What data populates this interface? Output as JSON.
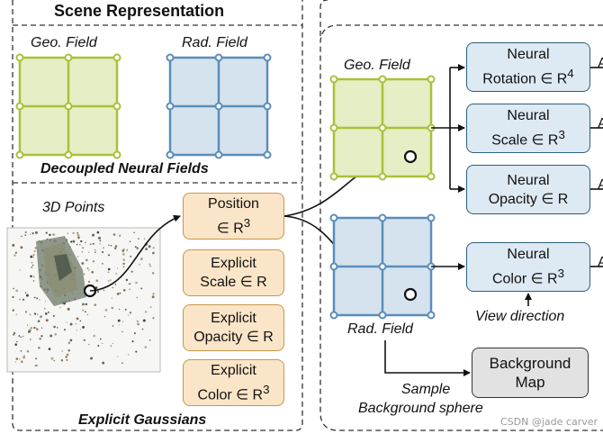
{
  "panel_left": {
    "title": "Scene Representation",
    "geo_field_label": "Geo. Field",
    "rad_field_label": "Rad. Field",
    "decoupled_label": "Decoupled Neural Fields",
    "points_label": "3D Points",
    "explicit_label": "Explicit Gaussians",
    "boxes": {
      "position": {
        "line1": "Position",
        "line2": "∈ R",
        "exp": "3"
      },
      "scale": {
        "line1": "Explicit",
        "line2": "Scale ∈ R",
        "exp": ""
      },
      "opacity": {
        "line1": "Explicit",
        "line2": "Opacity ∈ R",
        "exp": ""
      },
      "color": {
        "line1": "Explicit",
        "line2": "Color ∈ R",
        "exp": "3"
      }
    }
  },
  "panel_right": {
    "geo_field_label": "Geo.  Field",
    "rad_field_label": "Rad. Field",
    "neural_rotation": {
      "line1": "Neural",
      "line2": "Rotation ∈ R",
      "exp": "4"
    },
    "neural_scale": {
      "line1": "Neural",
      "line2": "Scale ∈ R",
      "exp": "3"
    },
    "neural_opacity": {
      "line1": "Neural",
      "line2": "Opacity ∈ R",
      "exp": ""
    },
    "neural_color": {
      "line1": "Neural",
      "line2": "Color ∈ R",
      "exp": "3"
    },
    "view_direction": "View direction",
    "background_map": {
      "line1": "Background",
      "line2": "Map"
    },
    "sample_label": "Sample",
    "background_sphere_label": "Background sphere",
    "truncated_a": "A"
  },
  "watermark": "CSDN @jade carver",
  "colors": {
    "geo_fill": "#e6eec5",
    "geo_stroke": "#a8c13a",
    "rad_fill": "#d5e3ef",
    "rad_stroke": "#5b8db8",
    "orange_fill": "#fbe5c8",
    "teal_fill": "#dde9f3"
  }
}
